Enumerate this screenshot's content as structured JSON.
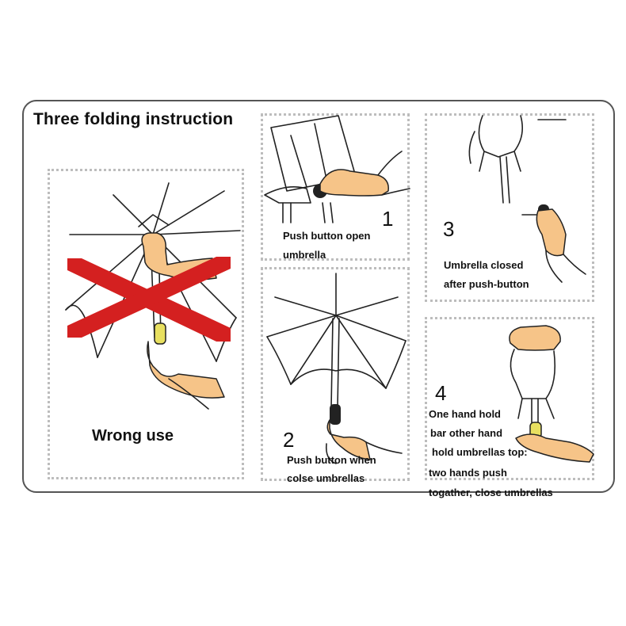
{
  "title": "Three folding instruction",
  "wrong_use": {
    "label": "Wrong use"
  },
  "steps": [
    {
      "number": "1",
      "lines": [
        "Push button open",
        "umbrella"
      ]
    },
    {
      "number": "2",
      "lines": [
        "Push button when",
        "colse umbrellas"
      ]
    },
    {
      "number": "3",
      "lines": [
        "Umbrella closed",
        "after push-button"
      ]
    },
    {
      "number": "4",
      "lines": [
        "One hand hold",
        "bar other hand",
        "hold umbrellas top:",
        "two hands push",
        "togather, close umbrellas"
      ]
    }
  ],
  "colors": {
    "cross": "#d42020",
    "skin": "#f6c488",
    "button": "#e8e060",
    "border": "#555555",
    "dotted": "#bdbdbd"
  },
  "icons": [
    "open-umbrella-icon",
    "closed-umbrella-icon",
    "hand-icon",
    "red-cross-icon"
  ]
}
